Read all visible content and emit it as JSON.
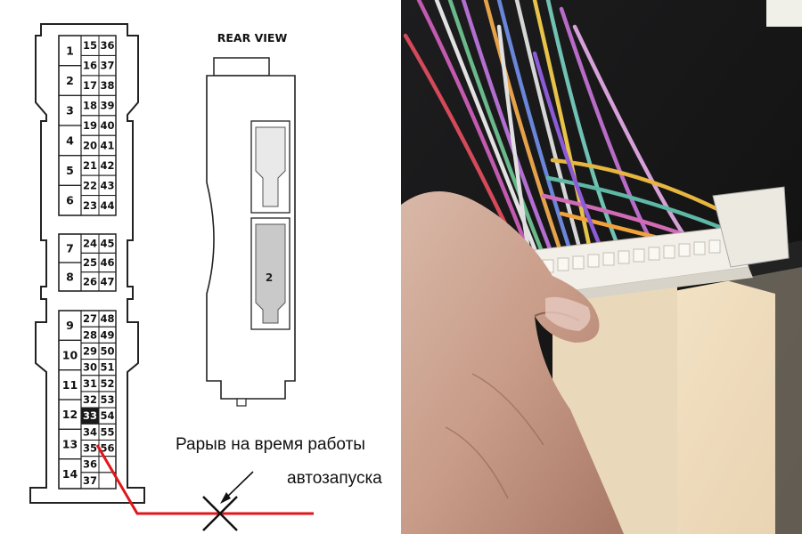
{
  "diagram": {
    "pin_numbers": {
      "big": [
        "1",
        "2",
        "3",
        "4",
        "5",
        "6",
        "7",
        "8",
        "9",
        "10",
        "11",
        "12",
        "13",
        "14"
      ],
      "small": [
        "15",
        "16",
        "17",
        "18",
        "19",
        "20",
        "21",
        "22",
        "23",
        "24",
        "25",
        "26",
        "27",
        "28",
        "29",
        "30",
        "31",
        "32",
        "33",
        "34",
        "35",
        "36",
        "37",
        "38",
        "39",
        "40",
        "41",
        "42",
        "43",
        "44",
        "45",
        "46",
        "47",
        "48",
        "49",
        "50",
        "51",
        "52",
        "53",
        "54",
        "55",
        "56"
      ],
      "highlighted": "33"
    },
    "rear_view_title": "REAR VIEW",
    "rear_view_slot_label": "2",
    "annotation": {
      "line1": "Рарыв на время работы",
      "line2": "автозапуска"
    },
    "colors": {
      "wire": "#e0161c",
      "highlight_pin": "#1a1a1a",
      "outline": "#222222"
    }
  },
  "photo": {
    "subject": "connector-with-colored-wires-held-in-hand"
  }
}
